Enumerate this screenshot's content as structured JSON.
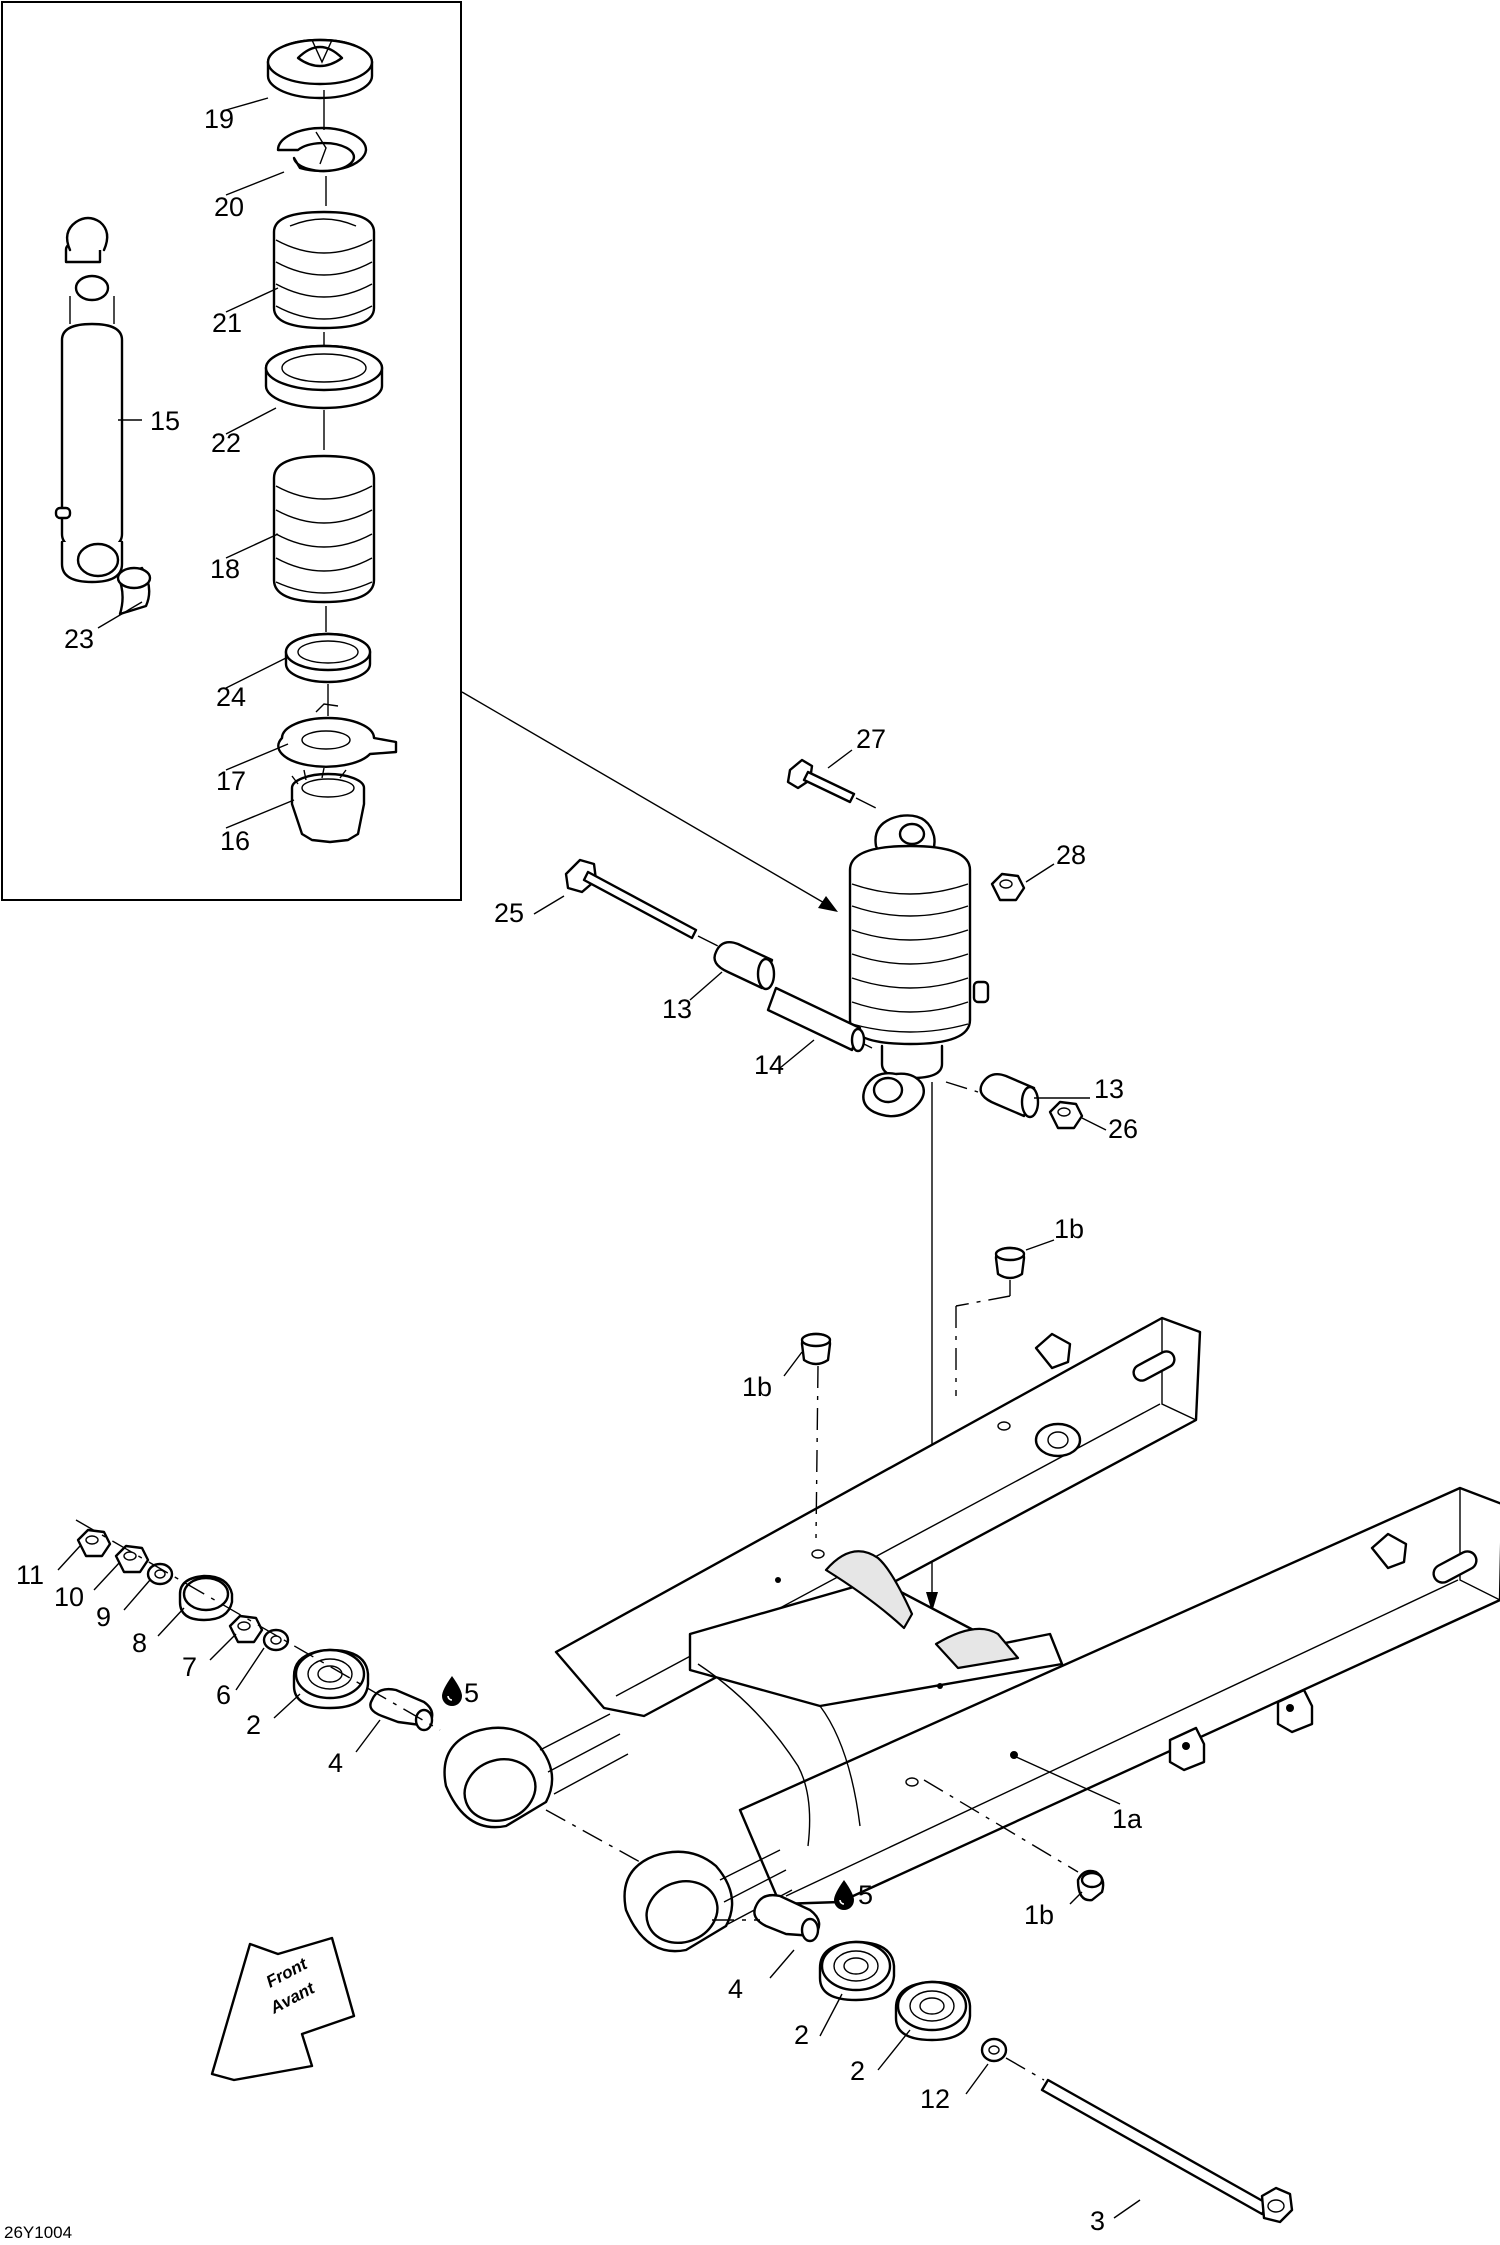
{
  "diagram": {
    "drawing_id": "26Y1004",
    "direction_label": {
      "line1": "Front",
      "line2": "Avant"
    },
    "callouts": {
      "c19": "19",
      "c20": "20",
      "c21": "21",
      "c22": "22",
      "c15": "15",
      "c18": "18",
      "c23": "23",
      "c24": "24",
      "c17": "17",
      "c16": "16",
      "c27": "27",
      "c28": "28",
      "c25": "25",
      "c13a": "13",
      "c14": "14",
      "c13b": "13",
      "c26": "26",
      "c1b_top": "1b",
      "c1b_mid": "1b",
      "c1b_bot": "1b",
      "c1a": "1a",
      "c11": "11",
      "c10": "10",
      "c9": "9",
      "c8": "8",
      "c7": "7",
      "c6": "6",
      "c2a": "2",
      "c4a": "4",
      "c5a": "5",
      "c5b": "5",
      "c4b": "4",
      "c2b": "2",
      "c2c": "2",
      "c12": "12",
      "c3": "3"
    },
    "icons": [
      "oil-drop-icon",
      "front-arrow-icon"
    ]
  }
}
